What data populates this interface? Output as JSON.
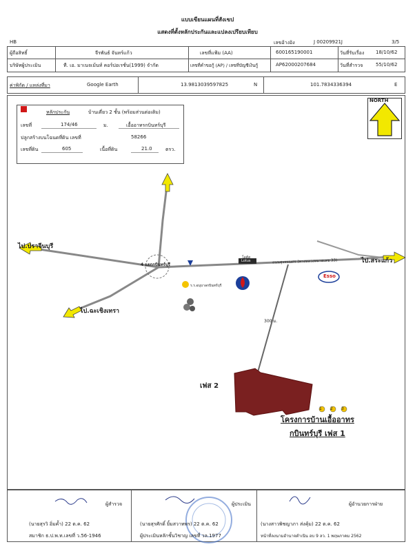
{
  "header": {
    "title1": "แบบเขียนแผนที่สังเขป",
    "title2": "แสดงที่ตั้งหลักประกันและแปลงเปรียบเทียบ",
    "doc_code": "HB",
    "ref_label": "เลขอ้างอิง",
    "ref_value": "J 00209921J",
    "page": "3/5"
  },
  "info_rows": {
    "appraised_for_label": "ผู้ถือสิทธิ์",
    "appraised_for_value": "จีรพันธ์ จันทร์แก้ว",
    "file_no_label": "เลขที่แฟ้ม (AA)",
    "file_no_value": "600165190001",
    "receive_date_label": "วันที่รับเรื่อง",
    "receive_date_value": "18/10/62",
    "company_label": "บริษัทผู้ประเมิน",
    "company_value": "ที. เอ. มาเนจเม้นท์ คอร์ปอเรชั่น(1999) จำกัด",
    "ap_label": "เลขที่คำขอกู้ (AP) / เลขที่บัญชีเงินกู้",
    "ap_value": "AP62000207684",
    "survey_date_label": "วันที่สำรวจ",
    "survey_date_value": "55/10/62"
  },
  "coords": {
    "label": "ค่าพิกัด / แหล่งที่มา",
    "source": "Google Earth",
    "lat": "13.9813039597825",
    "lat_dir": "N",
    "lon": "101.7834336394",
    "lon_dir": "E"
  },
  "collateral_box": {
    "legend_label": "หลักประกัน",
    "type": "บ้านเดี่ยว 2 ชั้น (พร้อมส่วนต่อเติม)",
    "no_label": "เลขที่",
    "no_value": "174/46",
    "moo_label": "ม.",
    "project": "เอื้ออาทรกบินทร์บุรี",
    "deed_label": "ปลูกสร้างบนโฉนดที่ดิน เลขที่",
    "deed_value": "58266",
    "parcel_label": "เลขที่ดิน",
    "parcel_value": "605",
    "area_label": "เนื้อที่ดิน",
    "area_value": "21.0",
    "area_unit": "ตรว."
  },
  "north": {
    "label": "NORTH"
  },
  "map": {
    "to_prachinburi": "ไป.ปราจีนบุรี",
    "to_chachoengsao": "ไป.ฉะเชิงเทรา",
    "to_sakaeo": "ไป.สระแก้ว",
    "intersection": "4 แยกกบินทร์บุรี",
    "road_label": "ถนนสุวรรณศร (ทางหลวงหมายเลข 33)",
    "lotus": "Lotus",
    "lotus_top": "โลตัส",
    "esso": "Esso",
    "distance": "300 ม.",
    "phase2": "เฟส 2",
    "project_line1": "โครงการบ้านเอื้ออาทร",
    "project_line2": "กบินทร์บุรี เฟส 1",
    "school": "ร.ร.อนุบาลกบินทร์บุรี",
    "plot_markers": [
      "1",
      "2",
      "3"
    ]
  },
  "signatures": {
    "surveyor_role": "ผู้สำรวจ",
    "surveyor_name": "(นายสุรวิ อิ่มค้ำ) 22 ต.ค. 62",
    "surveyor_license": "สมาชิก ธ.ป.พ.ท.เลขที่ ว.56-1946",
    "appraiser_role": "ผู้ประเมิน",
    "appraiser_name": "(นายสุรศักดิ์ ยิ้มสวาทพร) 22 ต.ค. 62",
    "appraiser_license": "ผู้ประเมินหลักชั้นวิชาญ เลขที่ วล.1977",
    "approver_role": "ผู้อำนวยการฝ่าย",
    "approver_name": "(นางสาวพิชญาภา ส่งคุ้ม) 22 ต.ค. 62",
    "approver_license": "หน้าที่ลงนามอำนาจดำเนิน อบ 9 ลว. 1 พฤษภาคม 2562"
  },
  "colors": {
    "collateral": "#7a2020",
    "arrow": "#f2e800",
    "marker": "#f4c400",
    "esso_red": "#d01818",
    "esso_blue": "#1c3f9a"
  }
}
